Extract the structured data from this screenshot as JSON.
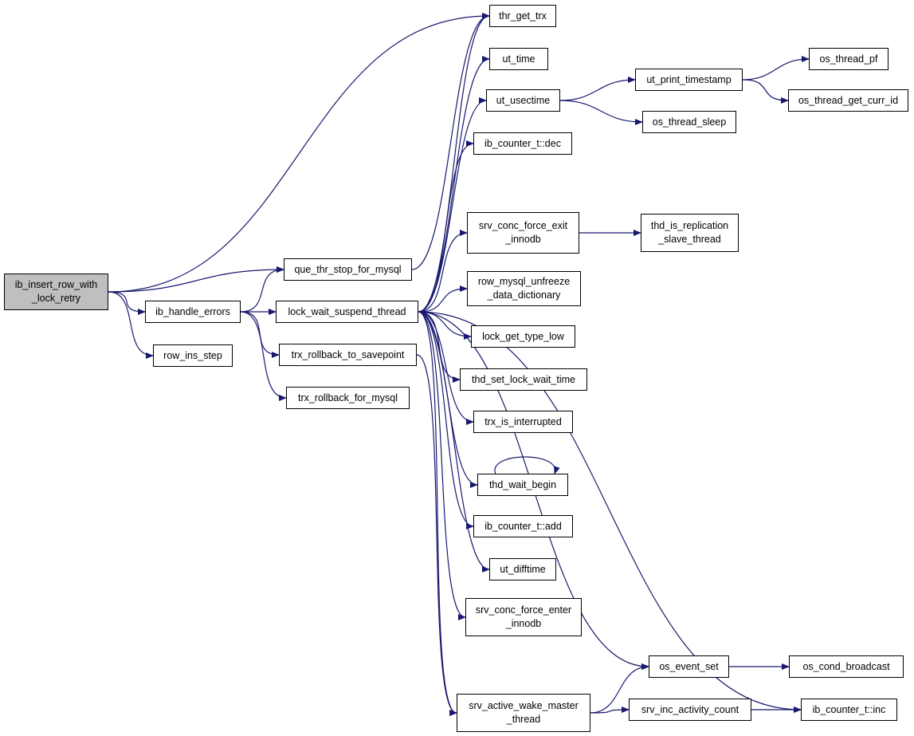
{
  "graph": {
    "root": "n_root",
    "nodes": [
      {
        "id": "n_root",
        "lines": [
          "ib_insert_row_with",
          "_lock_retry"
        ]
      },
      {
        "id": "n_thr_get_trx",
        "lines": [
          "thr_get_trx"
        ]
      },
      {
        "id": "n_ut_time",
        "lines": [
          "ut_time"
        ]
      },
      {
        "id": "n_ut_usectime",
        "lines": [
          "ut_usectime"
        ]
      },
      {
        "id": "n_ut_print_timestamp",
        "lines": [
          "ut_print_timestamp"
        ]
      },
      {
        "id": "n_os_thread_pf",
        "lines": [
          "os_thread_pf"
        ]
      },
      {
        "id": "n_os_thread_get_curr_id",
        "lines": [
          "os_thread_get_curr_id"
        ]
      },
      {
        "id": "n_os_thread_sleep",
        "lines": [
          "os_thread_sleep"
        ]
      },
      {
        "id": "n_ib_counter_dec",
        "lines": [
          "ib_counter_t::dec"
        ]
      },
      {
        "id": "n_srv_conc_force_exit",
        "lines": [
          "srv_conc_force_exit",
          "_innodb"
        ]
      },
      {
        "id": "n_thd_is_replication",
        "lines": [
          "thd_is_replication",
          "_slave_thread"
        ]
      },
      {
        "id": "n_que_thr_stop",
        "lines": [
          "que_thr_stop_for_mysql"
        ]
      },
      {
        "id": "n_row_mysql_unfreeze",
        "lines": [
          "row_mysql_unfreeze",
          "_data_dictionary"
        ]
      },
      {
        "id": "n_ib_handle_errors",
        "lines": [
          "ib_handle_errors"
        ]
      },
      {
        "id": "n_lock_wait_suspend",
        "lines": [
          "lock_wait_suspend_thread"
        ]
      },
      {
        "id": "n_lock_get_type_low",
        "lines": [
          "lock_get_type_low"
        ]
      },
      {
        "id": "n_row_ins_step",
        "lines": [
          "row_ins_step"
        ]
      },
      {
        "id": "n_trx_rollback_to_savepoint",
        "lines": [
          "trx_rollback_to_savepoint"
        ]
      },
      {
        "id": "n_thd_set_lock_wait_time",
        "lines": [
          "thd_set_lock_wait_time"
        ]
      },
      {
        "id": "n_trx_rollback_for_mysql",
        "lines": [
          "trx_rollback_for_mysql"
        ]
      },
      {
        "id": "n_trx_is_interrupted",
        "lines": [
          "trx_is_interrupted"
        ]
      },
      {
        "id": "n_thd_wait_begin",
        "lines": [
          "thd_wait_begin"
        ]
      },
      {
        "id": "n_ib_counter_add",
        "lines": [
          "ib_counter_t::add"
        ]
      },
      {
        "id": "n_ut_difftime",
        "lines": [
          "ut_difftime"
        ]
      },
      {
        "id": "n_srv_conc_force_enter",
        "lines": [
          "srv_conc_force_enter",
          "_innodb"
        ]
      },
      {
        "id": "n_os_event_set",
        "lines": [
          "os_event_set"
        ]
      },
      {
        "id": "n_os_cond_broadcast",
        "lines": [
          "os_cond_broadcast"
        ]
      },
      {
        "id": "n_srv_active_wake_master",
        "lines": [
          "srv_active_wake_master",
          "_thread"
        ]
      },
      {
        "id": "n_srv_inc_activity_count",
        "lines": [
          "srv_inc_activity_count"
        ]
      },
      {
        "id": "n_ib_counter_inc",
        "lines": [
          "ib_counter_t::inc"
        ]
      }
    ],
    "edges": [
      [
        "n_root",
        "n_thr_get_trx"
      ],
      [
        "n_root",
        "n_que_thr_stop"
      ],
      [
        "n_root",
        "n_ib_handle_errors"
      ],
      [
        "n_root",
        "n_row_ins_step"
      ],
      [
        "n_ib_handle_errors",
        "n_que_thr_stop"
      ],
      [
        "n_ib_handle_errors",
        "n_lock_wait_suspend"
      ],
      [
        "n_ib_handle_errors",
        "n_trx_rollback_to_savepoint"
      ],
      [
        "n_ib_handle_errors",
        "n_trx_rollback_for_mysql"
      ],
      [
        "n_que_thr_stop",
        "n_thr_get_trx"
      ],
      [
        "n_lock_wait_suspend",
        "n_thr_get_trx"
      ],
      [
        "n_lock_wait_suspend",
        "n_ut_time"
      ],
      [
        "n_lock_wait_suspend",
        "n_ut_usectime"
      ],
      [
        "n_lock_wait_suspend",
        "n_ib_counter_dec"
      ],
      [
        "n_lock_wait_suspend",
        "n_srv_conc_force_exit"
      ],
      [
        "n_lock_wait_suspend",
        "n_row_mysql_unfreeze"
      ],
      [
        "n_lock_wait_suspend",
        "n_lock_get_type_low"
      ],
      [
        "n_lock_wait_suspend",
        "n_thd_set_lock_wait_time"
      ],
      [
        "n_lock_wait_suspend",
        "n_trx_is_interrupted"
      ],
      [
        "n_lock_wait_suspend",
        "n_thd_wait_begin"
      ],
      [
        "n_lock_wait_suspend",
        "n_ib_counter_add"
      ],
      [
        "n_lock_wait_suspend",
        "n_ut_difftime"
      ],
      [
        "n_lock_wait_suspend",
        "n_srv_conc_force_enter"
      ],
      [
        "n_lock_wait_suspend",
        "n_os_event_set"
      ],
      [
        "n_lock_wait_suspend",
        "n_srv_active_wake_master"
      ],
      [
        "n_lock_wait_suspend",
        "n_ib_counter_inc"
      ],
      [
        "n_trx_rollback_to_savepoint",
        "n_srv_active_wake_master"
      ],
      [
        "n_ut_usectime",
        "n_ut_print_timestamp"
      ],
      [
        "n_ut_usectime",
        "n_os_thread_sleep"
      ],
      [
        "n_ut_print_timestamp",
        "n_os_thread_pf"
      ],
      [
        "n_ut_print_timestamp",
        "n_os_thread_get_curr_id"
      ],
      [
        "n_srv_conc_force_exit",
        "n_thd_is_replication"
      ],
      [
        "n_thd_wait_begin",
        "n_thd_wait_begin"
      ],
      [
        "n_os_event_set",
        "n_os_cond_broadcast"
      ],
      [
        "n_srv_active_wake_master",
        "n_os_event_set"
      ],
      [
        "n_srv_active_wake_master",
        "n_srv_inc_activity_count"
      ],
      [
        "n_srv_inc_activity_count",
        "n_ib_counter_inc"
      ]
    ]
  },
  "colors": {
    "edge": "#191970",
    "root_fill": "#bfbfbf",
    "node_border": "#000000"
  }
}
